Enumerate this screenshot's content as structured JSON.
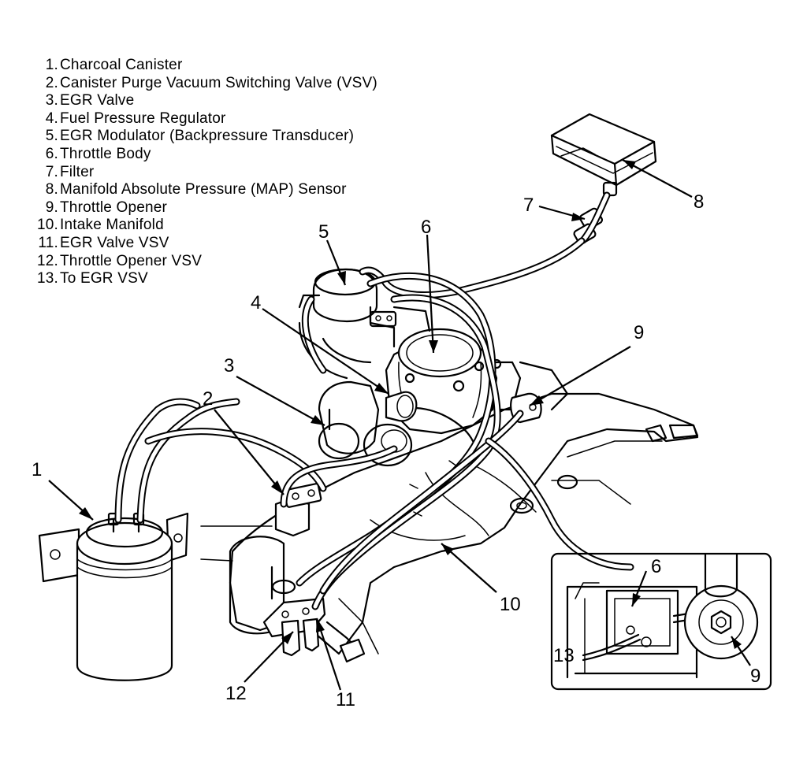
{
  "legend": [
    {
      "num": "1.",
      "label": "Charcoal Canister"
    },
    {
      "num": "2.",
      "label": "Canister Purge Vacuum Switching Valve (VSV)"
    },
    {
      "num": "3.",
      "label": "EGR Valve"
    },
    {
      "num": "4.",
      "label": "Fuel Pressure Regulator"
    },
    {
      "num": "5.",
      "label": "EGR Modulator (Backpressure Transducer)"
    },
    {
      "num": "6.",
      "label": "Throttle Body"
    },
    {
      "num": "7.",
      "label": "Filter"
    },
    {
      "num": "8.",
      "label": "Manifold Absolute Pressure (MAP) Sensor"
    },
    {
      "num": "9.",
      "label": "Throttle Opener"
    },
    {
      "num": "10.",
      "label": "Intake Manifold"
    },
    {
      "num": "11.",
      "label": "EGR Valve VSV"
    },
    {
      "num": "12.",
      "label": "Throttle Opener VSV"
    },
    {
      "num": "13.",
      "label": "To EGR VSV"
    }
  ],
  "callouts": {
    "c1": "1",
    "c2": "2",
    "c3": "3",
    "c4": "4",
    "c5": "5",
    "c6": "6",
    "c7": "7",
    "c8": "8",
    "c9": "9",
    "c10": "10",
    "c11": "11",
    "c12": "12"
  },
  "inset_callouts": {
    "c6": "6",
    "c9": "9",
    "c13": "13"
  }
}
